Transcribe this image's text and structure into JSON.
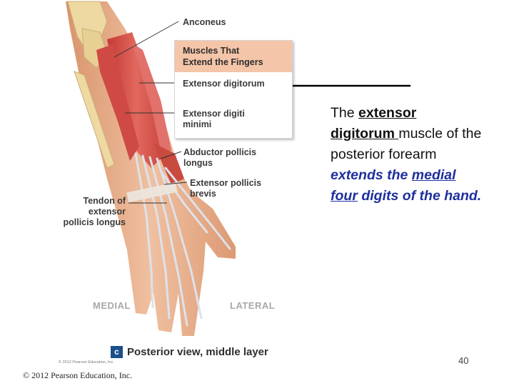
{
  "labels": {
    "anconeus": "Anconeus",
    "legend_header": "Muscles That\nExtend the Fingers",
    "extensor_digitorum": "Extensor digitorum",
    "extensor_digiti_minimi": "Extensor digiti\nminimi",
    "abductor_pollicis_longus": "Abductor pollicis\nlongus",
    "extensor_pollicis_brevis": "Extensor pollicis\nbrevis",
    "tendon_epl": "Tendon of\nextensor\npollicis longus",
    "medial": "MEDIAL",
    "lateral": "LATERAL"
  },
  "caption": {
    "part1": "The ",
    "keyword": "extensor digitorum ",
    "part2": "muscle of the posterior forearm ",
    "action": "extends the ",
    "target": "medial four",
    "end": " digits of the hand."
  },
  "view": {
    "badge": "c",
    "title": "Posterior view, middle layer",
    "small_credit": "© 2012 Pearson Education, Inc."
  },
  "footer": {
    "copyright": "© 2012 Pearson Education, Inc.",
    "page_number": "40"
  },
  "colors": {
    "legend_header_bg": "#f4c5a8",
    "caption_emphasis": "#1f2f9e",
    "muscle_red": "#d9544f",
    "bone": "#efd9a2",
    "skin": "#e9b08f",
    "tendon": "#dfe3ec",
    "badge_blue": "#1c4f8a"
  }
}
